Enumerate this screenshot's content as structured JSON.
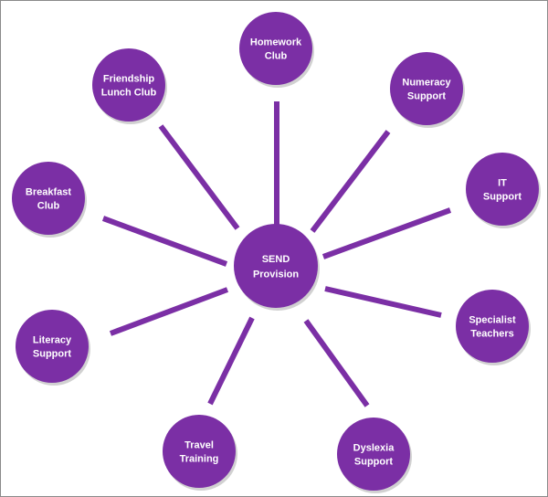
{
  "colors": {
    "node_fill": "#7b2fa5",
    "node_text": "#ffffff",
    "spoke": "#7b2fa5",
    "background": "#ffffff",
    "border": "#8a8a8a"
  },
  "hub": {
    "lines": [
      "SEND",
      "Provision"
    ]
  },
  "nodes": [
    {
      "id": "homework-club",
      "lines": [
        "Homework",
        "Club"
      ]
    },
    {
      "id": "numeracy-support",
      "lines": [
        "Numeracy",
        "Support"
      ]
    },
    {
      "id": "it-support",
      "lines": [
        "IT",
        "Support"
      ]
    },
    {
      "id": "specialist-teachers",
      "lines": [
        "Specialist",
        "Teachers"
      ]
    },
    {
      "id": "dyslexia-support",
      "lines": [
        "Dyslexia",
        "Support"
      ]
    },
    {
      "id": "travel-training",
      "lines": [
        "Travel",
        "Training"
      ]
    },
    {
      "id": "literacy-support",
      "lines": [
        "Literacy",
        "Support"
      ]
    },
    {
      "id": "breakfast-club",
      "lines": [
        "Breakfast",
        "Club"
      ]
    },
    {
      "id": "friendship-lunch-club",
      "lines": [
        "Friendship",
        "Lunch Club"
      ]
    }
  ]
}
